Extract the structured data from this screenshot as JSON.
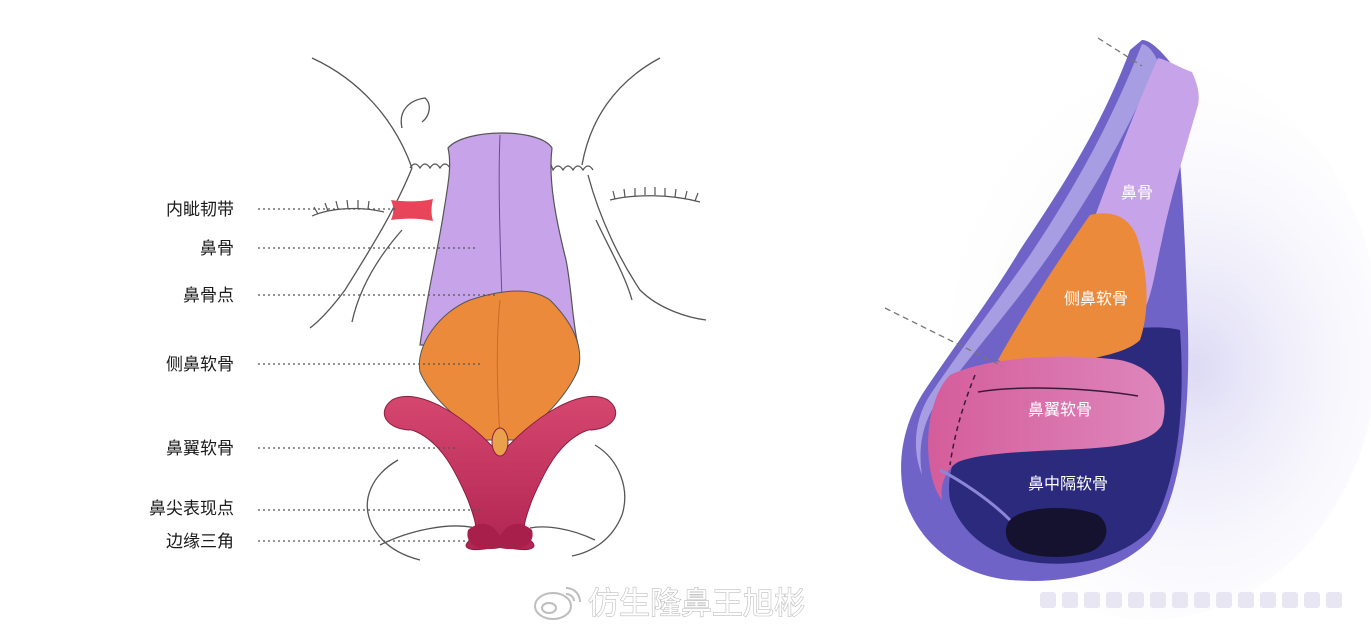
{
  "front_view": {
    "labels": [
      "内眦韧带",
      "鼻骨",
      "鼻骨点",
      "侧鼻软骨",
      "鼻翼软骨",
      "鼻尖表现点",
      "边缘三角"
    ]
  },
  "side_view": {
    "labels": [
      "鼻骨",
      "侧鼻软骨",
      "鼻翼软骨",
      "鼻中隔软骨"
    ]
  },
  "watermark": {
    "text": "仿生隆鼻王旭彬",
    "icon": "weibo-icon"
  },
  "colors": {
    "nasal_bone": "#c7a3ea",
    "lateral_cartilage": "#ec8a3c",
    "alar_cartilage": "#cf3d68",
    "septal_cartilage": "#2c2a7c",
    "canthal_ligament": "#e8455a",
    "side_skin": "#6f63c8"
  }
}
